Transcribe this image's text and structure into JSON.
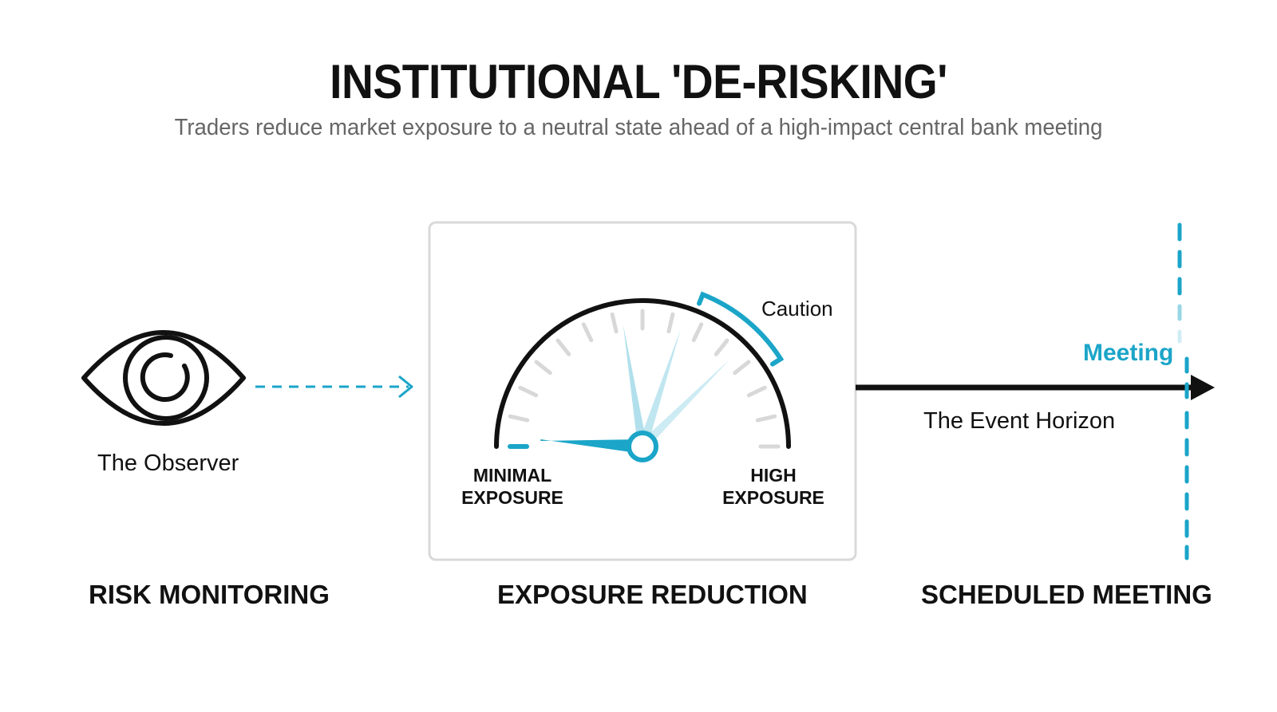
{
  "title": "INSTITUTIONAL 'DE-RISKING'",
  "subtitle": "Traders reduce market exposure to a neutral state ahead of a high-impact central bank meeting",
  "observer": {
    "label": "The Observer",
    "icon": "eye-icon"
  },
  "gauge": {
    "min_label_line1": "MINIMAL",
    "min_label_line2": "EXPOSURE",
    "max_label_line1": "HIGH",
    "max_label_line2": "EXPOSURE",
    "caution_label": "Caution",
    "needle_level": 0.02,
    "ghost_levels": [
      0.45,
      0.6,
      0.75
    ]
  },
  "timeline": {
    "event_label": "The Event Horizon",
    "meeting_label": "Meeting"
  },
  "captions": {
    "left": "RISK MONITORING",
    "center": "EXPOSURE REDUCTION",
    "right": "SCHEDULED MEETING"
  },
  "colors": {
    "accent": "#1ba5c8",
    "ink": "#111111",
    "tick": "#d8d8d8"
  }
}
